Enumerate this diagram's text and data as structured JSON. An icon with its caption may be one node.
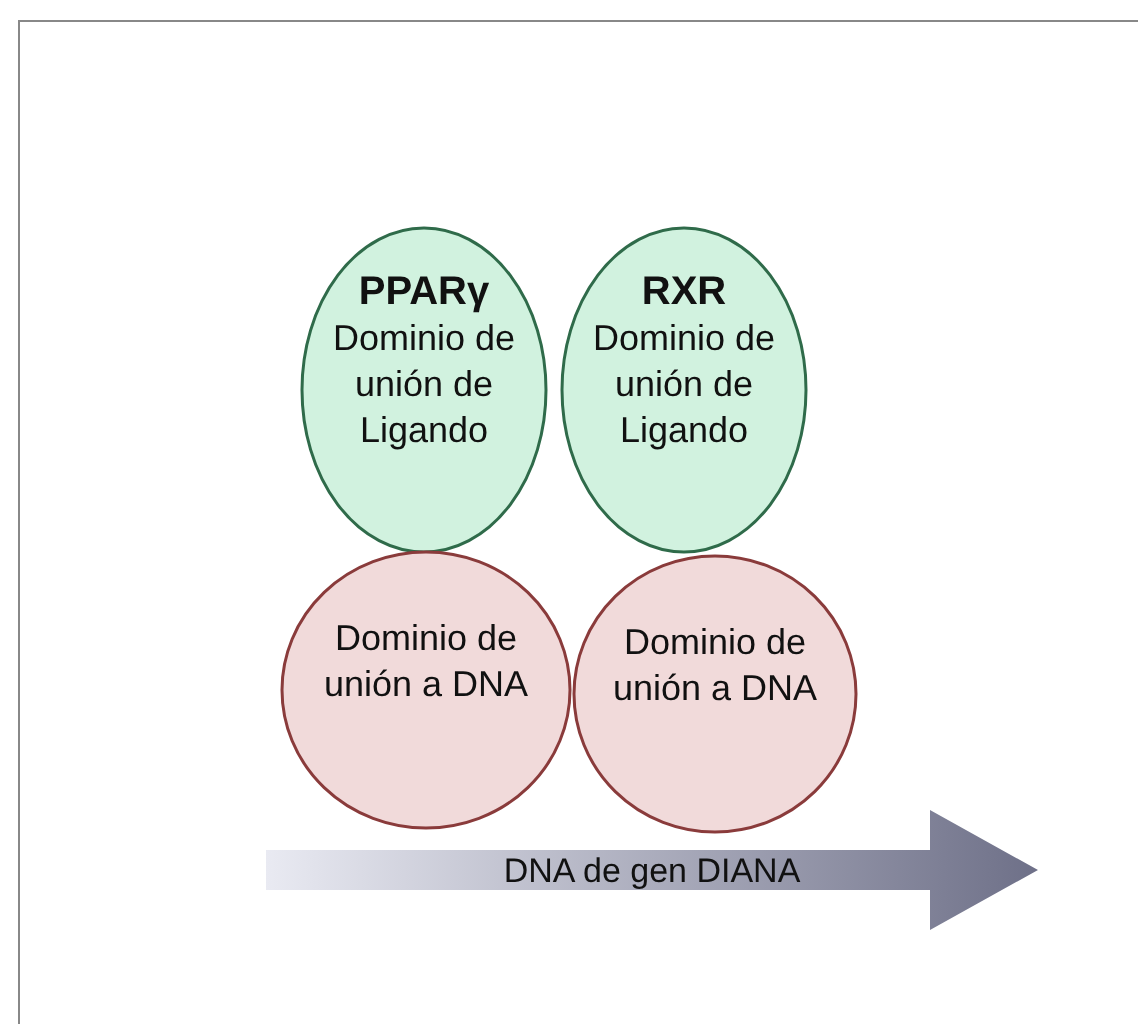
{
  "diagram": {
    "nodes": [
      {
        "text": [
          "PPARγ",
          "Dominio de unión de Ligando"
        ]
      },
      {
        "text": [
          "RXR",
          "Dominio de unión de Ligando"
        ]
      },
      {
        "text": [
          "Dominio de unión a DNA"
        ]
      },
      {
        "text": [
          "Dominio de unión a DNA"
        ]
      },
      {
        "text": [
          "DNA de gen DIANA"
        ]
      }
    ]
  }
}
